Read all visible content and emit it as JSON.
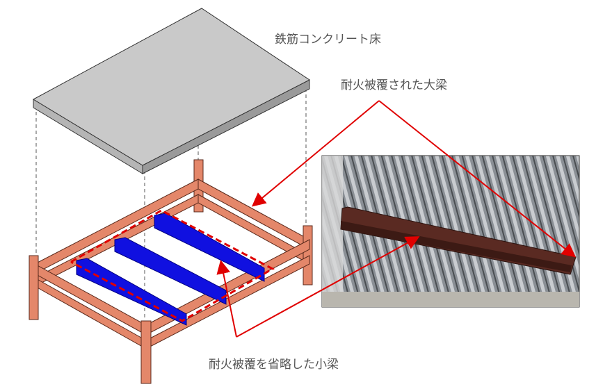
{
  "labels": {
    "slab": "鉄筋コンクリート床",
    "girder": "耐火被覆された大梁",
    "beam": "耐火被覆を省略した小梁"
  },
  "colors": {
    "frame": "#e4876a",
    "frame_stroke": "#5a2a1c",
    "beam_blue": "#1010e0",
    "arrow_red": "#e00000",
    "slab": "#c8c8c8"
  }
}
